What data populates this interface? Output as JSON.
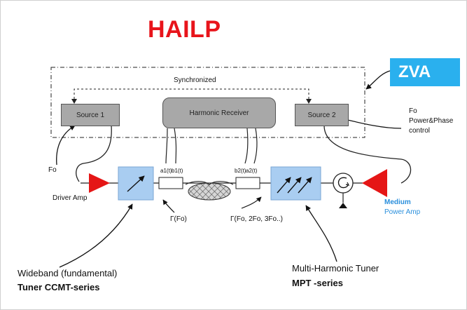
{
  "title": "HAILP",
  "zva_label": "ZVA",
  "synchronized_label": "Synchronized",
  "source1_label": "Source 1",
  "source2_label": "Source 2",
  "harmonic_receiver_label": "Harmonic Receiver",
  "fo_power_phase_label": [
    "Fo",
    "Power&Phase",
    "control"
  ],
  "fo_input_label": "Fo",
  "driver_amp_label": "Driver Amp",
  "coupler1_labels": [
    "a1(t)",
    "b1(t)"
  ],
  "coupler2_labels": [
    "b2(t)",
    "a2(t)"
  ],
  "gamma_fo_label": "Γ(Fo)",
  "gamma_harmonics_label": "Γ(Fo, 2Fo, 3Fo..)",
  "medium_power_amp_label": [
    "Medium",
    "Power Amp"
  ],
  "wideband_tuner_label": [
    "Wideband  (fundamental)",
    "Tuner CCMT-series"
  ],
  "multi_harmonic_tuner_label": [
    "Multi-Harmonic  Tuner",
    "MPT -series"
  ],
  "colors": {
    "title_red": "#e8141b",
    "zva_blue": "#2ab0ee",
    "tuner_blue": "#a9cdf1",
    "amp_red": "#e51616",
    "source_gray": "#a8a8a8",
    "medium_amp_text": "#2a8fdc"
  },
  "icons": [
    "driver-amp-triangle-icon",
    "medium-amp-triangle-icon",
    "circulator-icon",
    "ground-icon",
    "dut-wafer-icon"
  ]
}
